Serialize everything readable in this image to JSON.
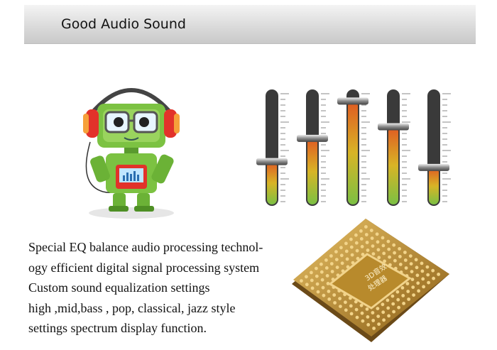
{
  "header": {
    "title": "Good Audio Sound"
  },
  "description": {
    "lines": [
      "Special EQ balance audio processing technol-",
      "ogy efficient digital signal processing system",
      " Custom sound equalization settings",
      " high ,mid,bass , pop, classical, jazz style",
      "settings  spectrum display function."
    ]
  },
  "equalizer": {
    "levels": [
      0.38,
      0.58,
      0.9,
      0.68,
      0.33
    ]
  },
  "chip": {
    "label_line1": "3D音效",
    "label_line2": "处理器"
  },
  "colors": {
    "header_bg": "#d9d9d9",
    "robot_green": "#7cc242",
    "headphone_red": "#e2322a",
    "chip_gold": "#c89a3a"
  }
}
